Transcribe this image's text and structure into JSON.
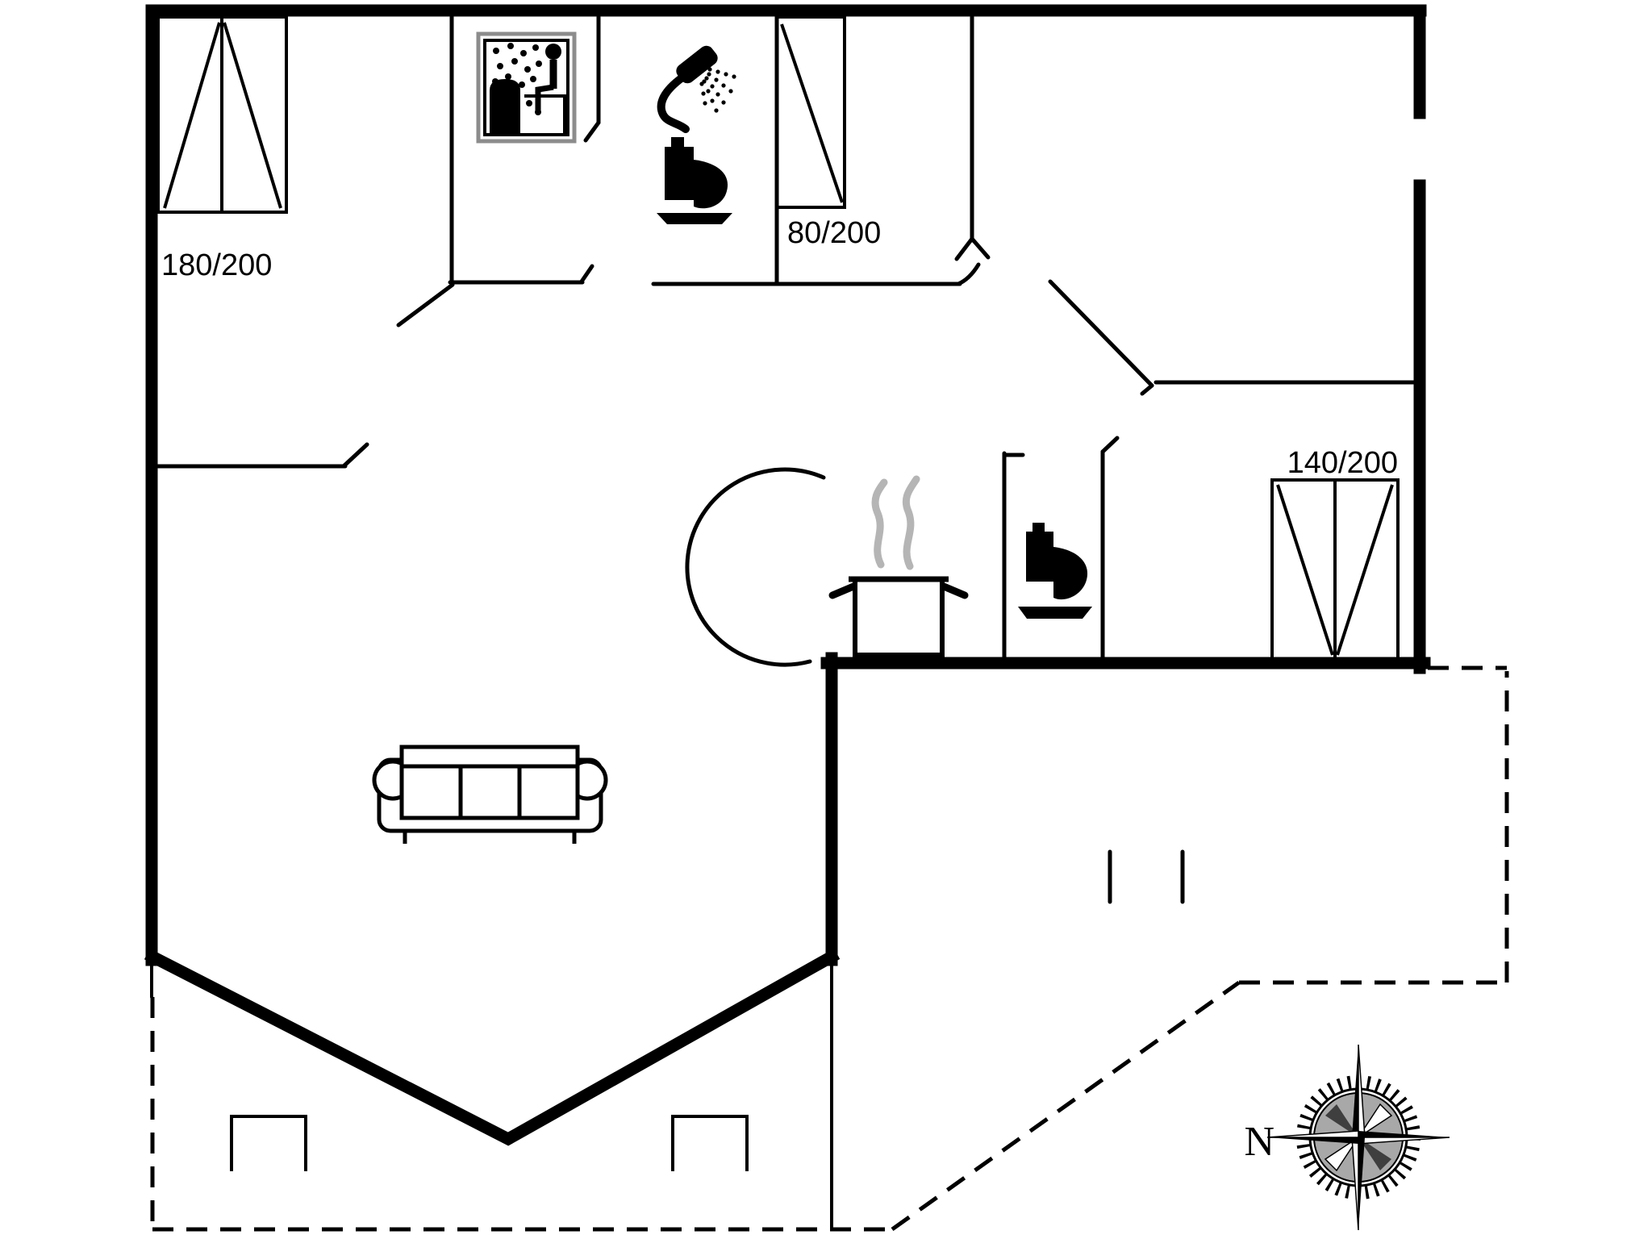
{
  "page": {
    "background": "#ffffff",
    "ink": "#000000"
  },
  "plan": {
    "beds": [
      {
        "id": "bed-180-200",
        "label": "180/200",
        "room": "bedroom-top-left"
      },
      {
        "id": "bed-80-200",
        "label": "80/200",
        "room": "bedroom-top-middle"
      },
      {
        "id": "bed-140-200",
        "label": "140/200",
        "room": "bedroom-right"
      }
    ],
    "compass": {
      "north_label": "N"
    },
    "icons": [
      "sauna-icon",
      "shower-icon",
      "toilet-icon",
      "toilet-icon",
      "cooking-pot-icon",
      "sofa-icon",
      "compass-rose-icon"
    ],
    "colors": {
      "ink": "#000000",
      "steam": "#b5b5b5",
      "sauna_frame": "#8c8c8c",
      "compass_gray": "#a8a8a8"
    }
  }
}
